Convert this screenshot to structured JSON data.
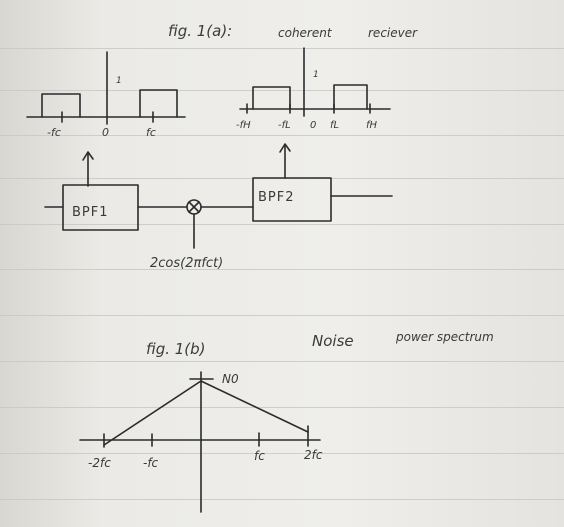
{
  "fig_a": {
    "title": "fig. 1(a):",
    "subtitle_1": "coherent",
    "subtitle_2": "reciever"
  },
  "spectrum_left": {
    "neg_label": "-fc",
    "zero_label": "0",
    "pos_label": "fc",
    "impulse_label": "1"
  },
  "spectrum_right": {
    "neg_high": "-fH",
    "neg_low": "-fL",
    "zero_label": "0",
    "pos_low": "fL",
    "pos_high": "fH",
    "impulse_label": "1"
  },
  "block_diagram": {
    "bpf1_label": "BPF1",
    "bpf2_label": "BPF2",
    "mixer_input": "2cos(2πfct)"
  },
  "fig_b": {
    "title": "fig. 1(b)",
    "caption_1": "Noise",
    "caption_2": "power spectrum",
    "peak_label": "N0",
    "neg_2fc": "-2fc",
    "neg_fc": "-fc",
    "pos_fc": "fc",
    "pos_2fc": "2fc"
  }
}
